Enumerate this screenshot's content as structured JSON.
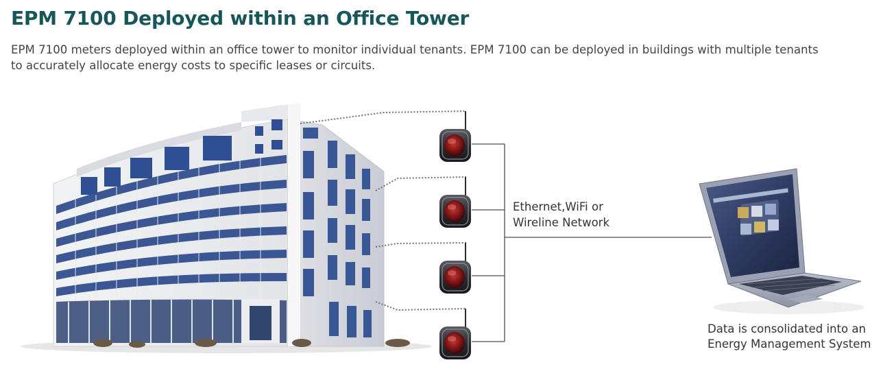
{
  "header": {
    "title": "EPM 7100 Deployed within an Office Tower",
    "description_line1": "EPM 7100 meters deployed within an office tower to monitor individual tenants. EPM 7100 can be deployed in buildings with multiple tenants",
    "description_line2": "to accurately allocate energy costs to specific leases or circuits."
  },
  "diagram": {
    "network_label_line1": "Ethernet,WiFi or",
    "network_label_line2": "Wireline Network",
    "ems_label_line1": "Data is consolidated into an",
    "ems_label_line2": "Energy Management System",
    "meter_count": 4
  },
  "colors": {
    "title": "#17575a",
    "text": "#444444",
    "glass": "#2c4a8c",
    "meter_face": "#8e1a1a",
    "line": "#4a4e58"
  },
  "icons": [
    "office-tower-illustration",
    "meter-icon",
    "laptop-icon"
  ]
}
